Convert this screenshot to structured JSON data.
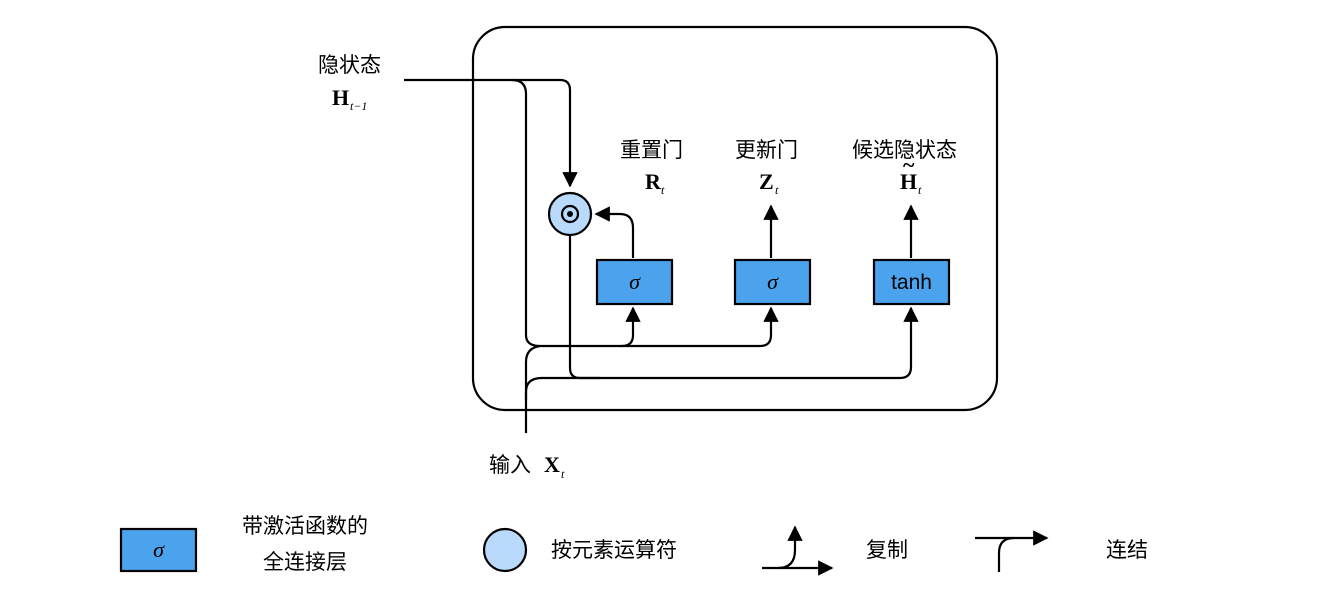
{
  "hidden_state": {
    "label": "隐状态",
    "symbol": "H",
    "subscript": "t−1"
  },
  "input": {
    "label": "输入",
    "symbol": "X",
    "subscript": "t"
  },
  "reset_gate": {
    "label": "重置门",
    "symbol": "R",
    "subscript": "t",
    "layer": "σ"
  },
  "update_gate": {
    "label": "更新门",
    "symbol": "Z",
    "subscript": "t",
    "layer": "σ"
  },
  "candidate": {
    "label": "候选隐状态",
    "symbol": "H",
    "tilde": "~",
    "subscript": "t",
    "layer": "tanh"
  },
  "elementwise_op": {
    "symbol": "⊙"
  },
  "legend": {
    "fc_symbol": "σ",
    "fc_line1": "带激活函数的",
    "fc_line2": "全连接层",
    "elementwise": "按元素运算符",
    "copy": "复制",
    "concat": "连结"
  },
  "colors": {
    "layer_fill": "#4aa3ec",
    "op_fill": "#b9dafa"
  }
}
